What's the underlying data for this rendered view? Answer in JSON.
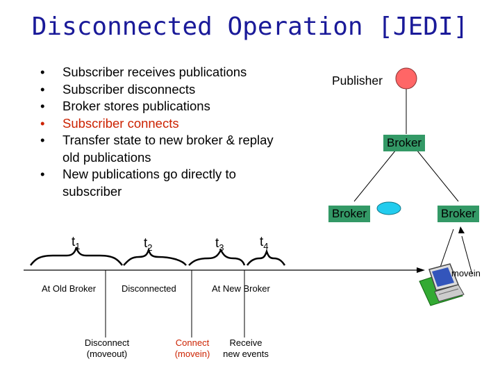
{
  "title": "Disconnected Operation [JEDI]",
  "bullets": [
    {
      "text": "Subscriber receives publications",
      "highlight": false
    },
    {
      "text": "Subscriber disconnects",
      "highlight": false
    },
    {
      "text": "Broker stores publications",
      "highlight": false
    },
    {
      "text": "Subscriber connects",
      "highlight": true
    },
    {
      "text": "Transfer state to new broker & replay old publications",
      "highlight": false
    },
    {
      "text": "New publications go directly to subscriber",
      "highlight": false
    }
  ],
  "bullet_glyph": "•",
  "timeline": {
    "t1": {
      "base": "t",
      "sub": "1"
    },
    "t2": {
      "base": "t",
      "sub": "2"
    },
    "t3": {
      "base": "t",
      "sub": "3"
    },
    "t4": {
      "base": "t",
      "sub": "4"
    },
    "segments": [
      "At Old Broker",
      "Disconnected",
      "At New Broker"
    ],
    "event_disconnect": [
      "Disconnect",
      "(moveout)"
    ],
    "event_connect": [
      "Connect",
      "(movein)"
    ],
    "event_receive": [
      "Receive",
      "new events"
    ]
  },
  "network": {
    "publisher": "Publisher",
    "broker_top": "Broker",
    "broker_left": "Broker",
    "broker_right": "Broker",
    "movein": "movein"
  },
  "colors": {
    "title": "#1a1a99",
    "highlight": "#cc2200",
    "broker_fill": "#339966",
    "publisher_node": "#ff6666",
    "subscriber_oval": "#22ccee",
    "connect_text": "#cc2200"
  },
  "icons": [
    "laptop-icon"
  ]
}
